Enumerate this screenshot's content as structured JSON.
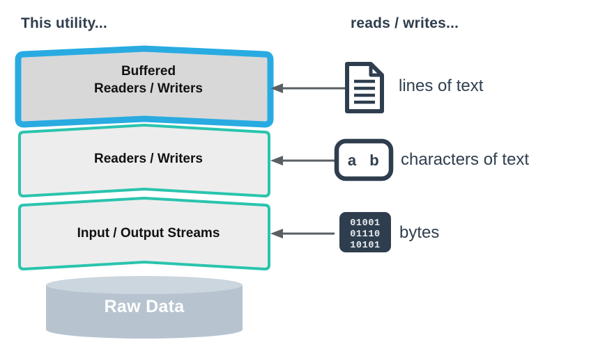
{
  "headers": {
    "left": "This utility...",
    "right": "reads / writes..."
  },
  "layers": [
    {
      "label": "Buffered\nReaders / Writers",
      "border_color": "#29abe2",
      "fill_color": "#d8d8d8",
      "border_width": 9,
      "icon": "document-lines-icon",
      "io_label": "lines of text"
    },
    {
      "label": "Readers / Writers",
      "border_color": "#2ac4ae",
      "fill_color": "#ededed",
      "border_width": 4,
      "icon": "characters-box-icon",
      "io_label": "characters of text"
    },
    {
      "label": "Input / Output Streams",
      "border_color": "#2ac4ae",
      "fill_color": "#ededed",
      "border_width": 4,
      "icon": "binary-box-icon",
      "io_label": "bytes"
    }
  ],
  "raw_data": {
    "label": "Raw Data",
    "body_color": "#b7c4d0",
    "top_color": "#ccd6de"
  },
  "character_glyphs": {
    "first": "a",
    "second": "b"
  },
  "binary_lines": [
    "01001",
    "01110",
    "10101"
  ],
  "arrow": {
    "color": "#5a5f63",
    "direction": "left"
  },
  "colors": {
    "ink": "#2f3e4e",
    "accent_blue": "#29abe2",
    "accent_teal": "#2ac4ae",
    "background": "#ffffff"
  }
}
